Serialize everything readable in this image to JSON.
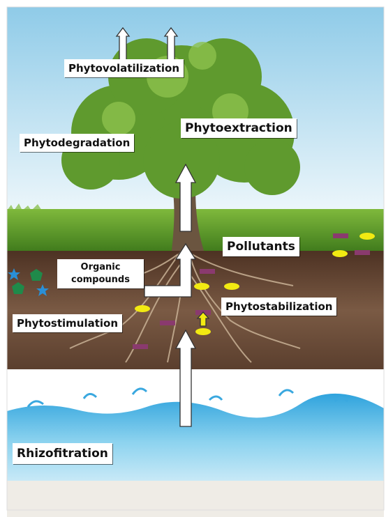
{
  "labels": {
    "phytovolatilization": "Phytovolatilization",
    "phytodegradation": "Phytodegradation",
    "phytoextraction": "Phytoextraction",
    "pollutants": "Pollutants",
    "organic_compounds": "Organic compounds",
    "phytostabilization": "Phytostabilization",
    "phytostimulation": "Phytostimulation",
    "rhizofitration": "Rhizofitration"
  },
  "colors": {
    "sky": "#bfe3f3",
    "grass": "#5c9b2a",
    "soil": "#6a4a35",
    "water": "#6fc7ea",
    "foliage": "#5f9a2e",
    "pollutant_bar": "#8a3a6e",
    "pollutant_oval": "#f2ea12",
    "organic_star": "#2a8fd6",
    "organic_pentagon": "#1f8a4a"
  },
  "icons": [
    "up-arrow-icon",
    "star-icon",
    "pentagon-icon"
  ]
}
